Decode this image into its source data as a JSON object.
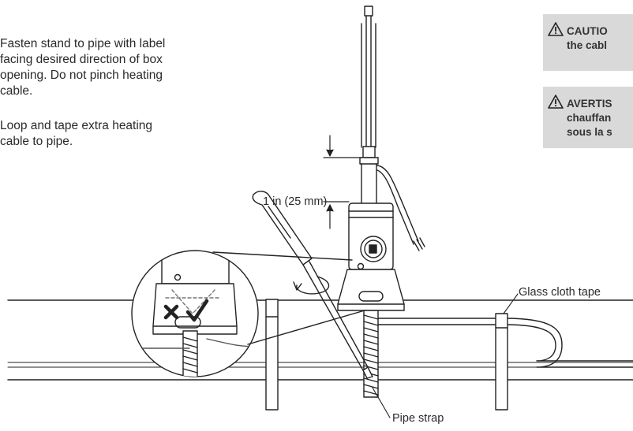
{
  "instructions": {
    "step1": "Fasten stand to pipe with label\nfacing desired direction of box\nopening. Do not pinch heating\ncable.",
    "step2": "Loop and tape extra heating\ncable to pipe."
  },
  "notices": {
    "caution": "CAUTIO\nthe cabl",
    "warning": "AVERTIS\nchauffan\nsous la s"
  },
  "labels": {
    "dimension": "1 in (25 mm)",
    "glass_cloth_tape": "Glass cloth tape",
    "pipe_strap": "Pipe strap"
  },
  "icons": {
    "warning": "warning-triangle-icon",
    "incorrect": "x-mark-icon",
    "correct": "check-mark-icon",
    "rotation": "rotate-arrow-icon"
  },
  "colors": {
    "line": "#222222",
    "notice_background": "#d9d9d9"
  }
}
